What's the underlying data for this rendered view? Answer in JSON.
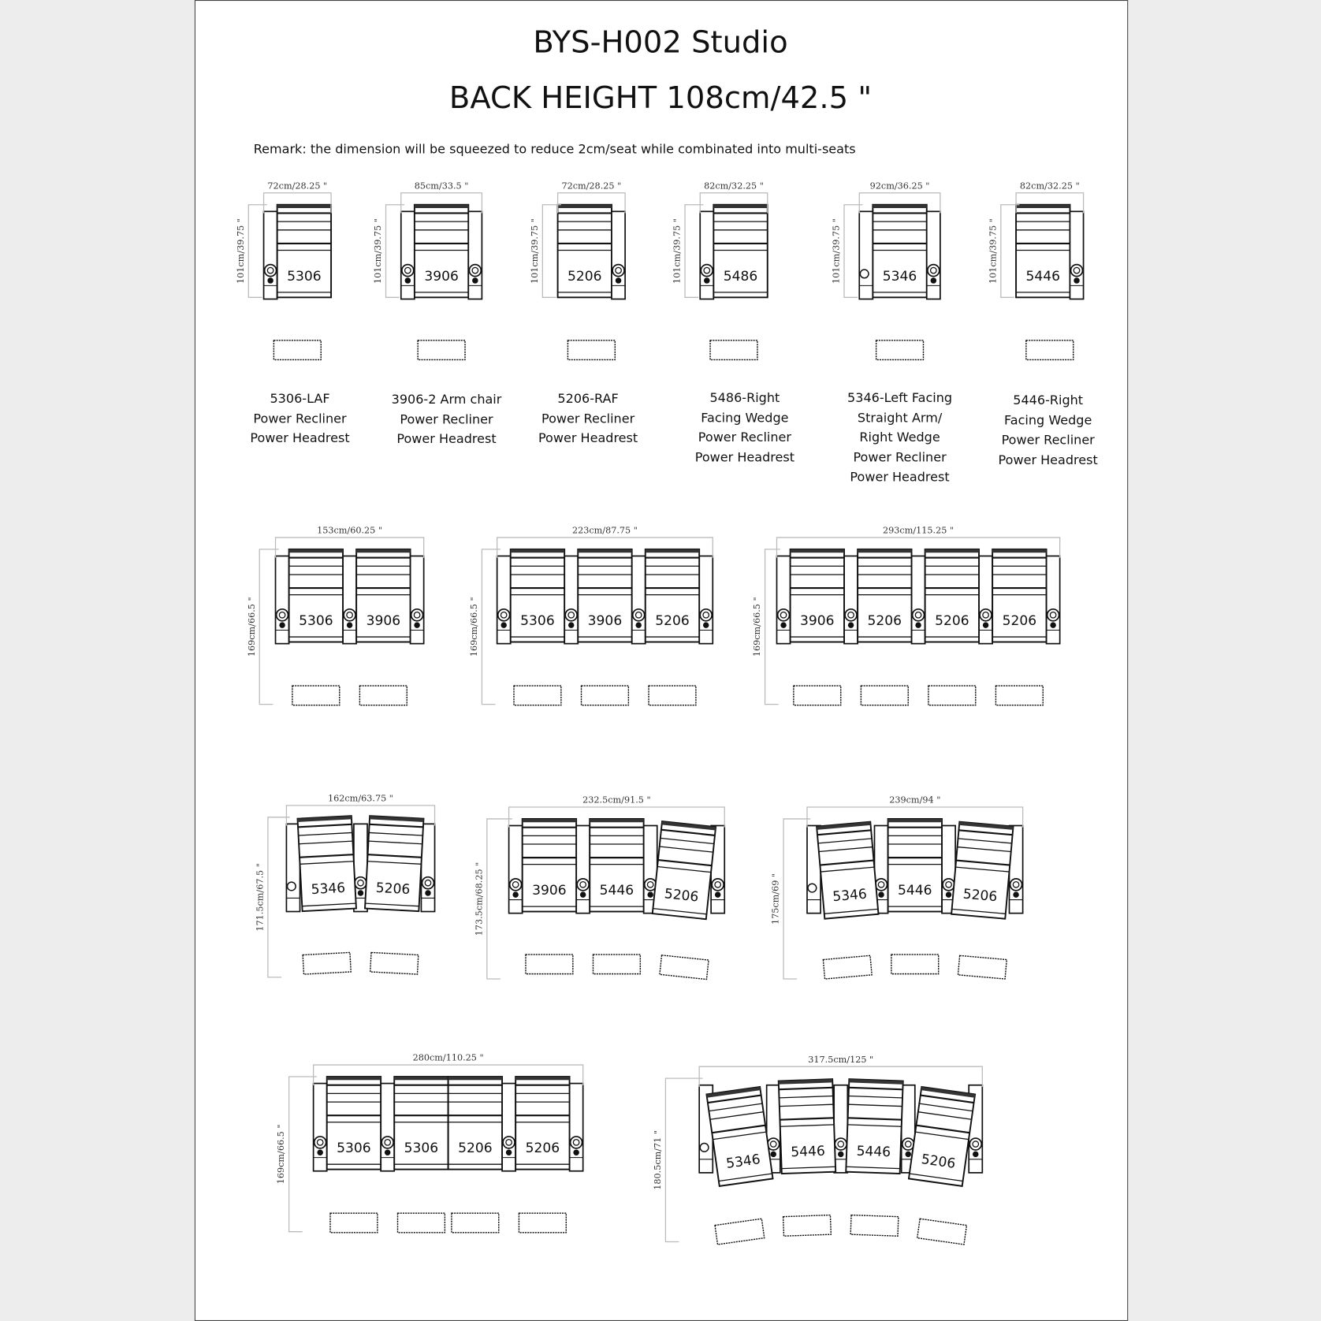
{
  "title": "BYS-H002 Studio",
  "subtitle": "BACK HEIGHT 108cm/42.5 \"",
  "remark": "Remark: the dimension will be squeezed to reduce 2cm/seat while combinated into multi-seats",
  "singles": [
    {
      "code": "5306",
      "width": "72cm/28.25 \"",
      "depth": "101cm/39.75 \"",
      "label": [
        "5306-LAF",
        "Power Recliner",
        "Power Headrest"
      ]
    },
    {
      "code": "3906",
      "width": "85cm/33.5 \"",
      "depth": "101cm/39.75 \"",
      "label": [
        "3906-2 Arm chair",
        "Power Recliner",
        "Power Headrest"
      ]
    },
    {
      "code": "5206",
      "width": "72cm/28.25 \"",
      "depth": "101cm/39.75 \"",
      "label": [
        "5206-RAF",
        "Power Recliner",
        "Power Headrest"
      ]
    },
    {
      "code": "5486",
      "width": "82cm/32.25 \"",
      "depth": "101cm/39.75 \"",
      "label": [
        "5486-Right",
        "Facing Wedge",
        "Power Recliner",
        "Power Headrest"
      ]
    },
    {
      "code": "5346",
      "width": "92cm/36.25 \"",
      "depth": "101cm/39.75 \"",
      "label": [
        "5346-Left Facing",
        "Straight Arm/",
        "Right  Wedge",
        "Power Recliner",
        "Power Headrest"
      ]
    },
    {
      "code": "5446",
      "width": "82cm/32.25 \"",
      "depth": "101cm/39.75 \"",
      "label": [
        "5446-Right",
        "Facing Wedge",
        "Power Recliner",
        "Power Headrest"
      ]
    }
  ],
  "combinations": [
    {
      "seats": [
        "5306",
        "3906"
      ],
      "width": "153cm/60.25 \"",
      "depth": "169cm/66.5 \""
    },
    {
      "seats": [
        "5306",
        "3906",
        "5206"
      ],
      "width": "223cm/87.75 \"",
      "depth": "169cm/66.5 \""
    },
    {
      "seats": [
        "3906",
        "5206",
        "5206",
        "5206"
      ],
      "width": "293cm/115.25 \"",
      "depth": "169cm/66.5 \""
    },
    {
      "seats": [
        "5346",
        "5206"
      ],
      "width": "162cm/63.75 \"",
      "depth": "171.5cm/67.5 \""
    },
    {
      "seats": [
        "3906",
        "5446",
        "5206"
      ],
      "width": "232.5cm/91.5 \"",
      "depth": "173.5cm/68.25 \""
    },
    {
      "seats": [
        "5346",
        "5446",
        "5206"
      ],
      "width": "239cm/94 \"",
      "depth": "175cm/69 \""
    },
    {
      "seats": [
        "5306",
        "5306",
        "5206",
        "5206"
      ],
      "width": "280cm/110.25 \"",
      "depth": "169cm/66.5 \""
    },
    {
      "seats": [
        "5346",
        "5446",
        "5446",
        "5206"
      ],
      "width": "317.5cm/125 \"",
      "depth": "180.5cm/71 \""
    }
  ]
}
